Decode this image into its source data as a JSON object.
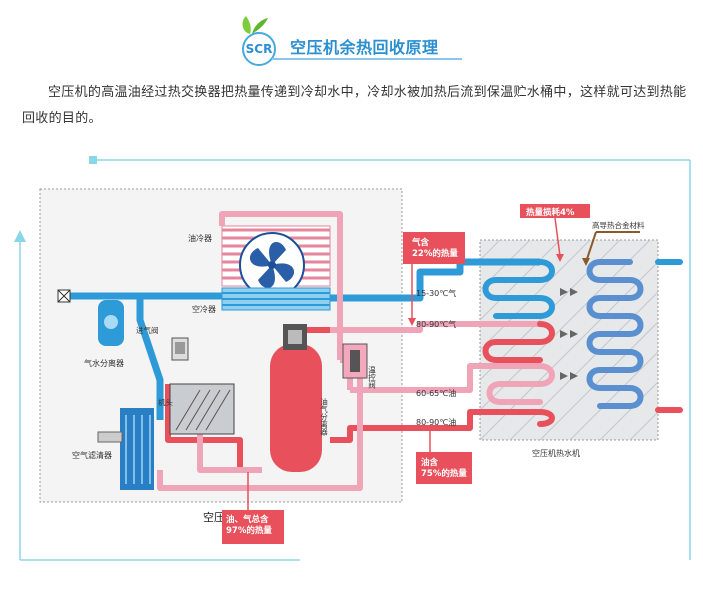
{
  "header": {
    "badge": "SCR",
    "title": "空压机余热回收原理"
  },
  "intro": "空压机的高温油经过热交换器把热量传递到冷却水中，冷却水被加热后流到保温贮水桶中，这样就可达到热能回收的目的。",
  "diagram": {
    "components": {
      "oil_cooler": "油冷器",
      "air_cooler": "空冷器",
      "gas_water_separator": "气水分离器",
      "intake_valve": "进气阀",
      "head": "机头",
      "air_filter": "空气滤清器",
      "oil_gas_separator": "油气分离器",
      "thermostatic_valve": "温控阀",
      "compressor": "空压机",
      "heat_exchanger": "空压机热水机",
      "alloy": "高导热合金材料"
    },
    "temps": {
      "t1": "15-30℃气",
      "t2": "80-90℃气",
      "t3": "60-65℃油",
      "t4": "80-90℃油"
    },
    "callouts": {
      "gas": "气含\n22%的热量",
      "oil": "油含\n75%的热量",
      "total": "油、气总含\n97%的热量",
      "loss": "热量损耗4%"
    },
    "colors": {
      "hot": "#e8505b",
      "cold": "#2e9ad8",
      "warm_pink": "#f3a8bd",
      "frame": "#8ad6e8"
    }
  }
}
